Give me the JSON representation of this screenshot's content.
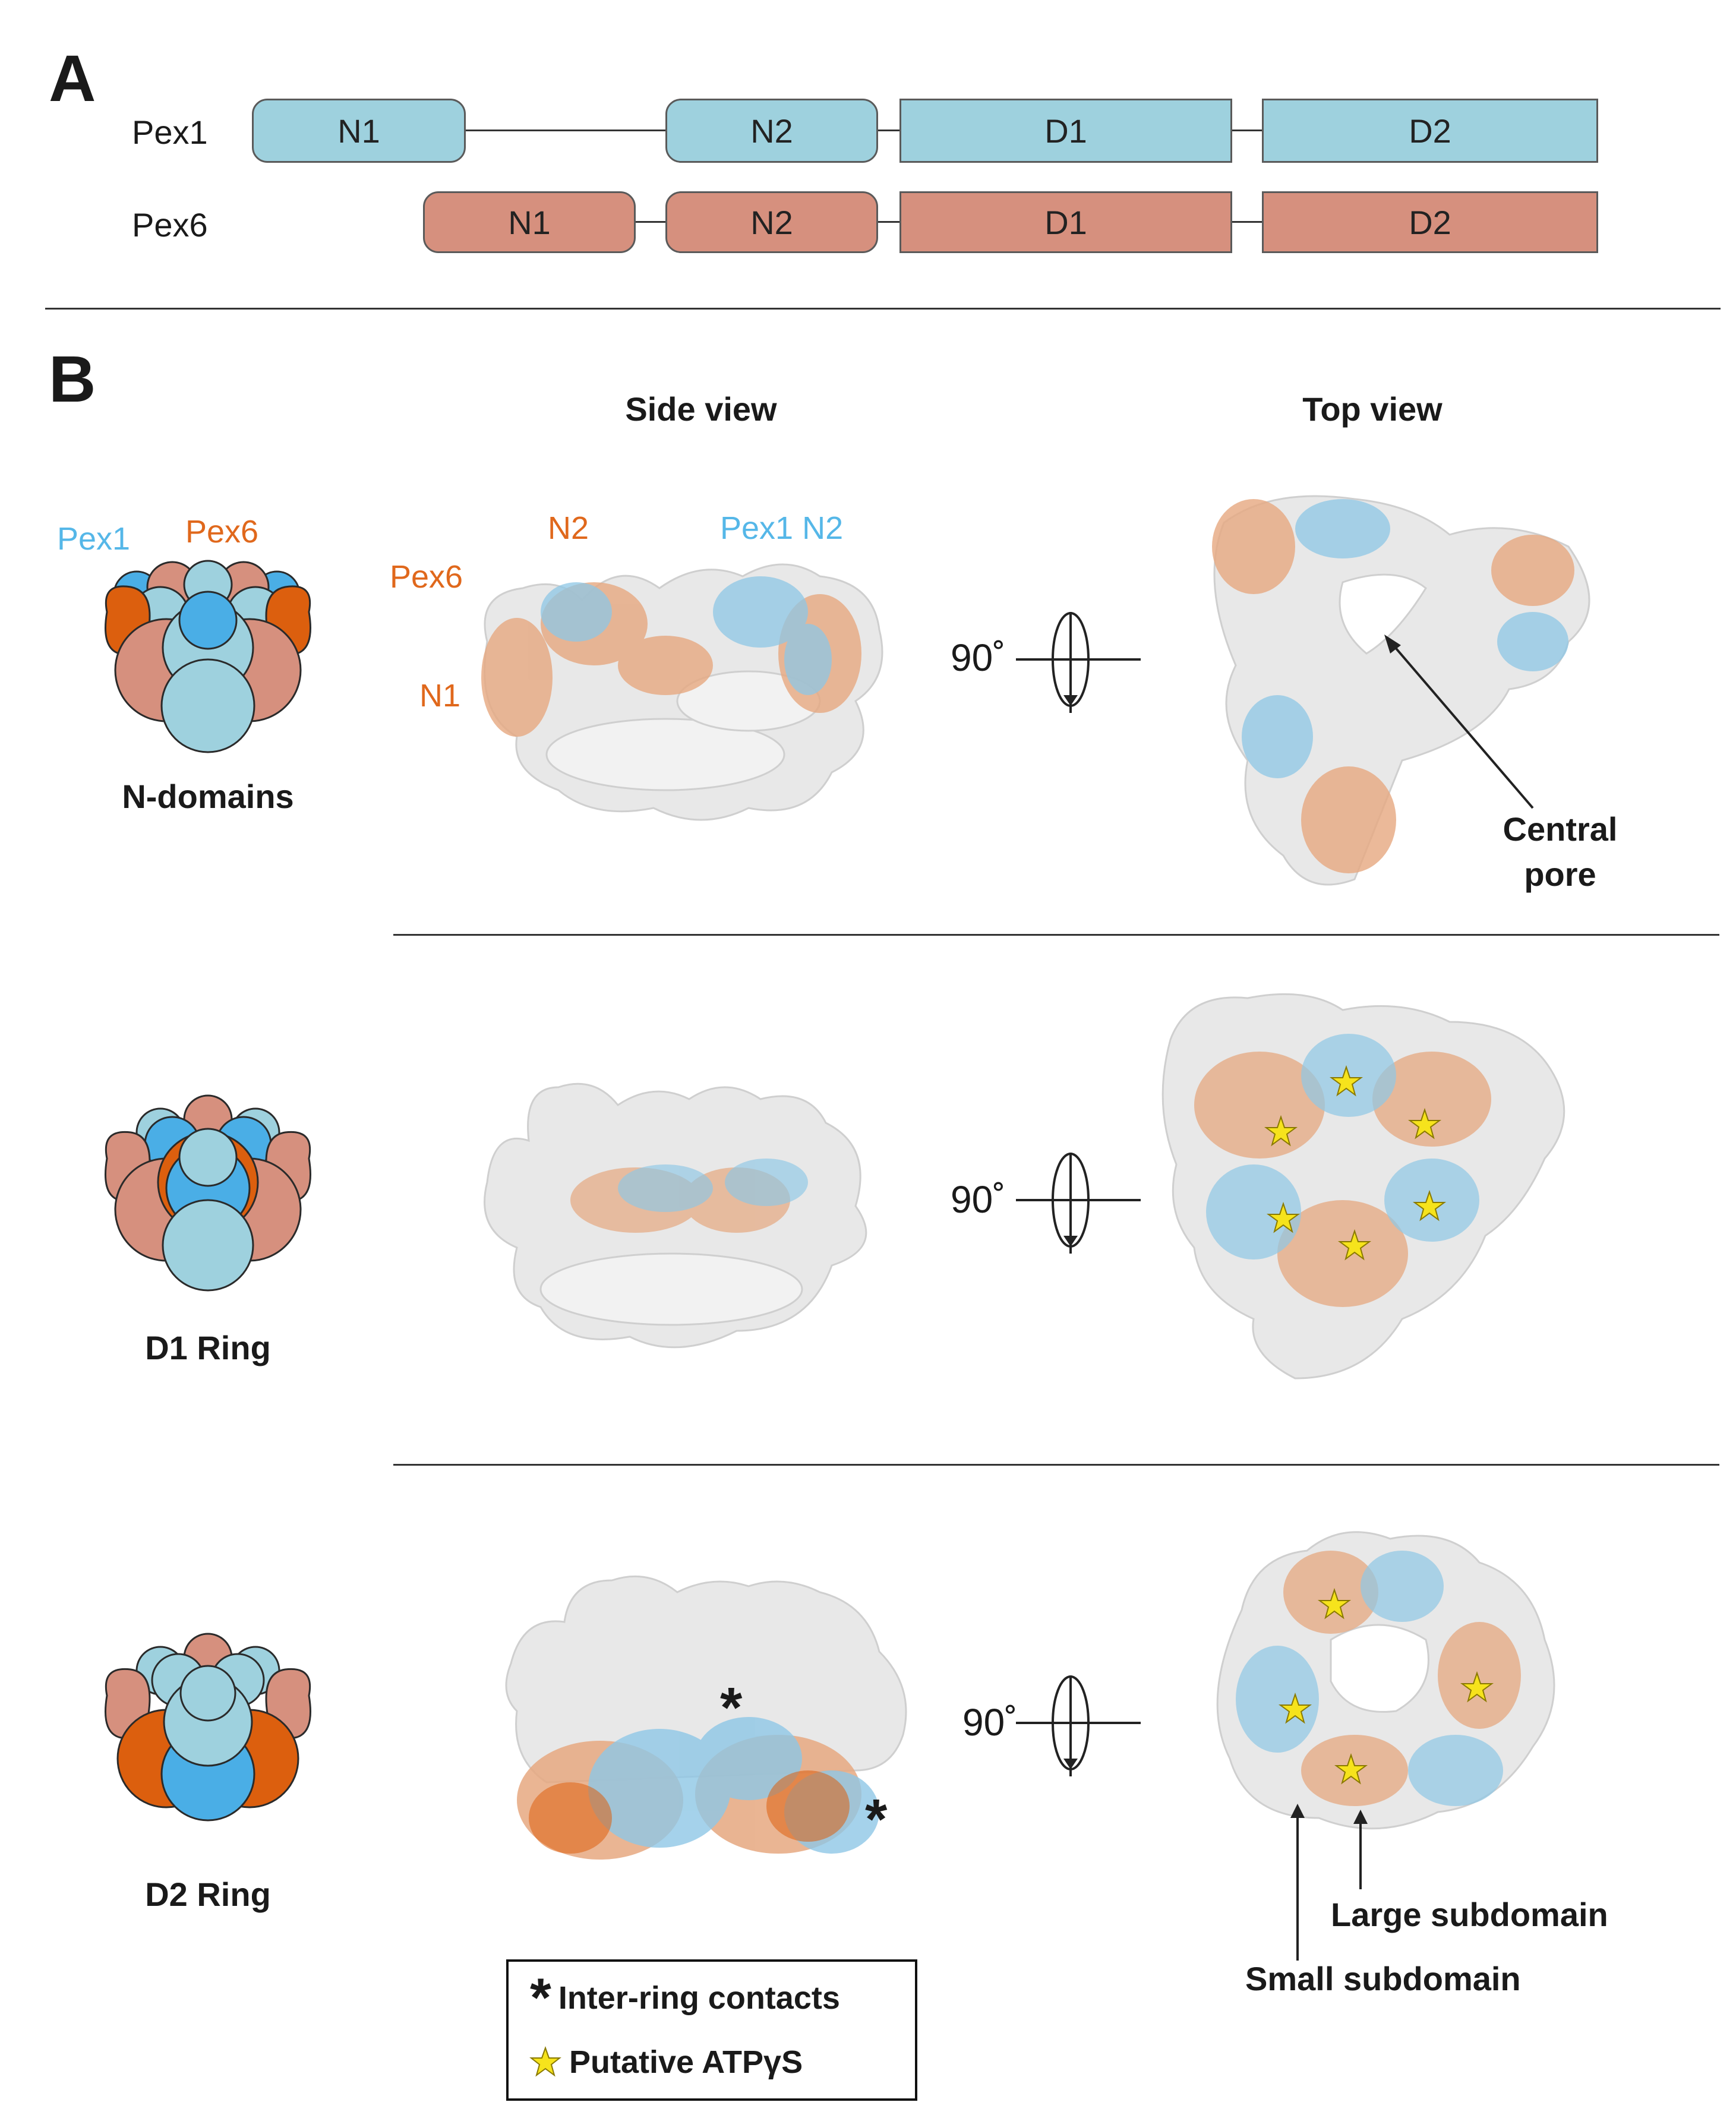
{
  "panel_a": {
    "letter": "A",
    "rows": [
      {
        "label": "Pex1",
        "color": "#9ed1de",
        "domains": [
          "N1",
          "N2",
          "D1",
          "D2"
        ]
      },
      {
        "label": "Pex6",
        "color": "#d6907e",
        "domains": [
          "N1",
          "N2",
          "D1",
          "D2"
        ]
      }
    ]
  },
  "panel_b": {
    "letter": "B",
    "col_side": "Side view",
    "col_top": "Top view",
    "rotation_label": "90˚",
    "cartoon_legend": {
      "pex1": "Pex1",
      "pex6": "Pex6"
    },
    "rows": [
      {
        "name": "N-domains",
        "side_labels": {
          "n2": "N2",
          "pex1_n2": "Pex1 N2",
          "pex6": "Pex6",
          "n1": "N1"
        },
        "top_annotation": "Central\npore"
      },
      {
        "name": "D1 Ring"
      },
      {
        "name": "D2 Ring",
        "top_annotations": {
          "large": "Large subdomain",
          "small": "Small subdomain"
        }
      }
    ],
    "legend": {
      "contacts": "Inter-ring contacts",
      "atp": "Putative ATPγS"
    }
  },
  "colors": {
    "pex1_light": "#9ed1de",
    "pex1_dark": "#4aaee6",
    "pex6_light": "#d6907e",
    "pex6_dark": "#dc5f0e",
    "density": "#e8e8e8",
    "star": "#f6e31c"
  },
  "icons": [
    "rotation-arrow-icon",
    "asterisk-icon",
    "star-icon",
    "pointer-arrow-icon"
  ]
}
